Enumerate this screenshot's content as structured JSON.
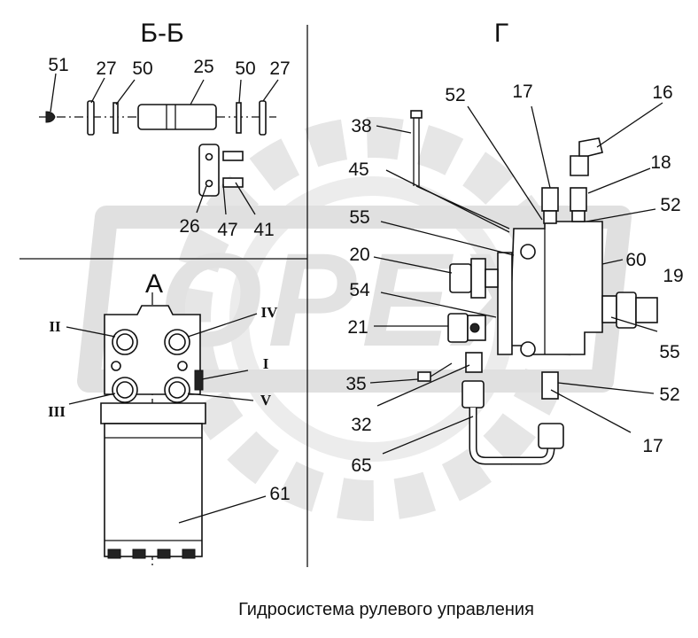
{
  "views": {
    "section_bb": "Б-Б",
    "view_g": "Г",
    "view_a": "А"
  },
  "labels": {
    "l51": "51",
    "l27a": "27",
    "l50a": "50",
    "l25": "25",
    "l50b": "50",
    "l27b": "27",
    "l26": "26",
    "l47": "47",
    "l41": "41",
    "l61": "61",
    "l52a": "52",
    "l17a": "17",
    "l16": "16",
    "l38": "38",
    "l18": "18",
    "l45": "45",
    "l52b": "52",
    "l55a": "55",
    "l20": "20",
    "l60": "60",
    "l19": "19",
    "l54": "54",
    "l21": "21",
    "l55b": "55",
    "l35": "35",
    "l52c": "52",
    "l32": "32",
    "l17b": "17",
    "l65": "65"
  },
  "ports": {
    "p2": "II",
    "p4": "IV",
    "p1": "I",
    "p3": "III",
    "p5": "V"
  },
  "caption": "Гидросистема рулевого управления",
  "watermark_colors": {
    "gear": "#e3e3e3",
    "letters": "#d6d6d6"
  }
}
